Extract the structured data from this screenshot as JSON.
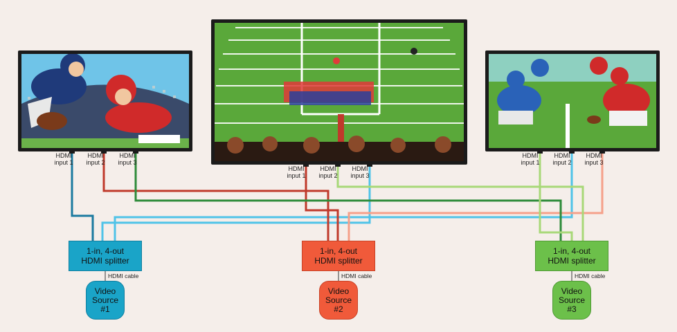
{
  "colors": {
    "background": "#f5eeea",
    "source1": "#1aa4c8",
    "source2": "#f05a3a",
    "source3": "#6cc04a",
    "cable_dark_blue": "#1b7aa0",
    "cable_light_blue": "#4fc3e8",
    "cable_dark_red": "#c0392b",
    "cable_light_red": "#f5a08a",
    "cable_dark_green": "#2e8b3a",
    "cable_light_green": "#a8d878"
  },
  "tvs": {
    "left": {
      "scene": "two-football-players-tackling-scene",
      "ports": [
        "HDMI\ninput 1",
        "HDMI\ninput 2",
        "HDMI\ninput 3"
      ]
    },
    "center": {
      "scene": "football-field-kickoff-scene",
      "ports": [
        "HDMI\ninput 1",
        "HDMI\ninput 2",
        "HDMI\ninput 3"
      ]
    },
    "right": {
      "scene": "football-scrimmage-line-scene",
      "ports": [
        "HDMI\ninput 1",
        "HDMI\ninput 2",
        "HDMI\ninput 3"
      ]
    }
  },
  "splitters": [
    {
      "line1": "1-in, 4-out",
      "line2": "HDMI splitter",
      "cable": "HDMI cable",
      "source": [
        "Video",
        "Source",
        "#1"
      ]
    },
    {
      "line1": "1-in, 4-out",
      "line2": "HDMI splitter",
      "cable": "HDMI cable",
      "source": [
        "Video",
        "Source",
        "#2"
      ]
    },
    {
      "line1": "1-in, 4-out",
      "line2": "HDMI splitter",
      "cable": "HDMI cable",
      "source": [
        "Video",
        "Source",
        "#3"
      ]
    }
  ]
}
